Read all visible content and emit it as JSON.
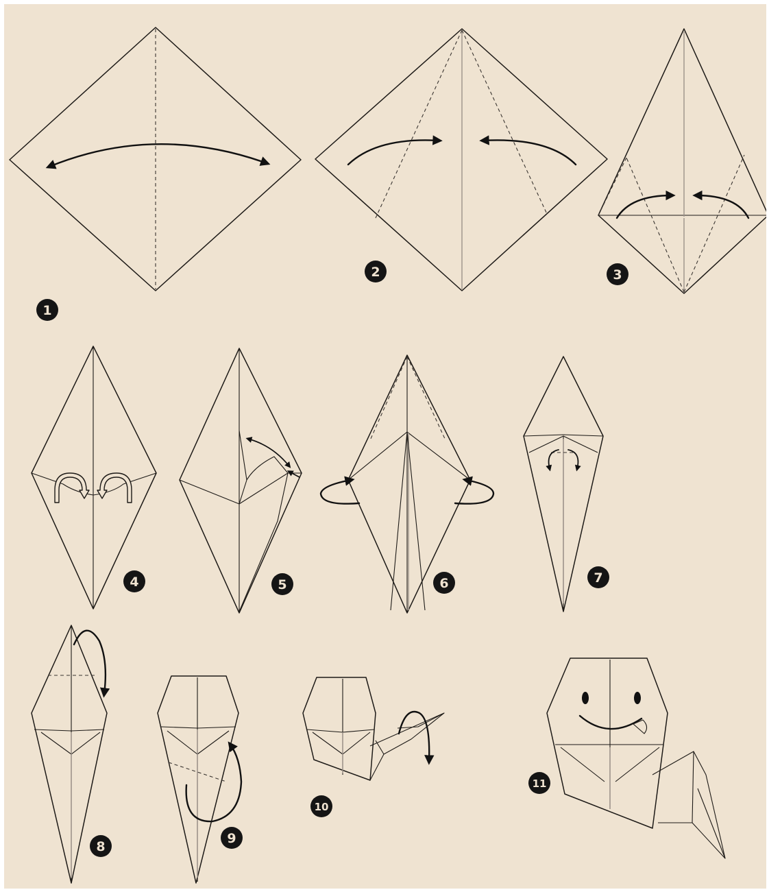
{
  "background_color": "#efe3d1",
  "line_color": "#1d1a17",
  "steps": [
    {
      "number": "1"
    },
    {
      "number": "2"
    },
    {
      "number": "3"
    },
    {
      "number": "4"
    },
    {
      "number": "5"
    },
    {
      "number": "6"
    },
    {
      "number": "7"
    },
    {
      "number": "8"
    },
    {
      "number": "9"
    },
    {
      "number": "10"
    },
    {
      "number": "11"
    }
  ]
}
